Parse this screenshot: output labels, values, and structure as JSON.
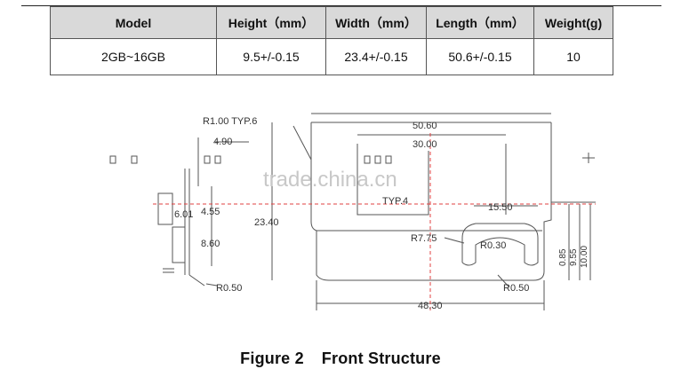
{
  "spec_table": {
    "headers": [
      "Model",
      "Height（mm）",
      "Width（mm）",
      "Length（mm）",
      "Weight(g)"
    ],
    "rows": [
      [
        "2GB~16GB",
        "9.5+/-0.15",
        "23.4+/-0.15",
        "50.6+/-0.15",
        "10"
      ]
    ]
  },
  "drawing": {
    "watermark": "trade.china.cn",
    "dims": {
      "r100": "R1.00 TYP.6",
      "d490": "4.90",
      "d601": "6.01",
      "d455": "4.55",
      "d860": "8.60",
      "r050a": "R0.50",
      "d5060": "50.60",
      "d3000": "30.00",
      "typ4": "TYP.4",
      "d2340": "23.40",
      "d1550": "15.50",
      "r775": "R7.75",
      "r030": "R0.30",
      "d085": "0.85",
      "d955": "9.55",
      "d1000": "10.00",
      "r050b": "R0.50",
      "d4830": "48.30"
    }
  },
  "caption": {
    "figure_no": "Figure 2",
    "title": "Front Structure"
  }
}
